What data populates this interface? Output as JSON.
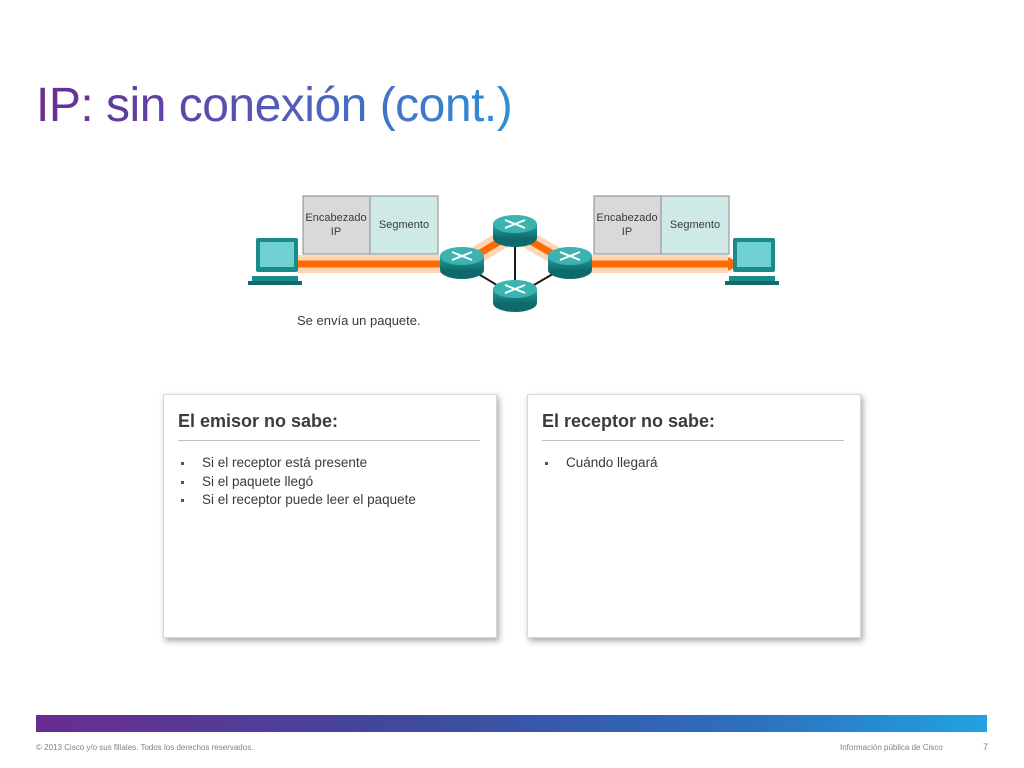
{
  "slide": {
    "title": "IP: sin conexión (cont.)"
  },
  "diagram": {
    "packet_left": {
      "header_line1": "Encabezado",
      "header_line2": "IP",
      "segment": "Segmento"
    },
    "packet_right": {
      "header_line1": "Encabezado",
      "header_line2": "IP",
      "segment": "Segmento"
    },
    "caption": "Se envía un paquete.",
    "icons": [
      "computer-icon",
      "router-icon",
      "computer-icon"
    ],
    "colors": {
      "path": "#ff6a00",
      "device": "#1b8a8a",
      "packet_header": "#d9d9d9",
      "packet_segment": "#cfe9e6"
    }
  },
  "sender_box": {
    "heading": "El emisor no sabe:",
    "items": [
      "Si el receptor está presente",
      "Si el paquete llegó",
      "Si el receptor puede leer el paquete"
    ]
  },
  "receiver_box": {
    "heading": "El receptor no sabe:",
    "items": [
      "Cuándo llegará"
    ]
  },
  "footer": {
    "copyright": "© 2013 Cisco y/o sus filiales. Todos los derechos reservados.",
    "classification": "Información pública de Cisco",
    "page_number": "7"
  }
}
